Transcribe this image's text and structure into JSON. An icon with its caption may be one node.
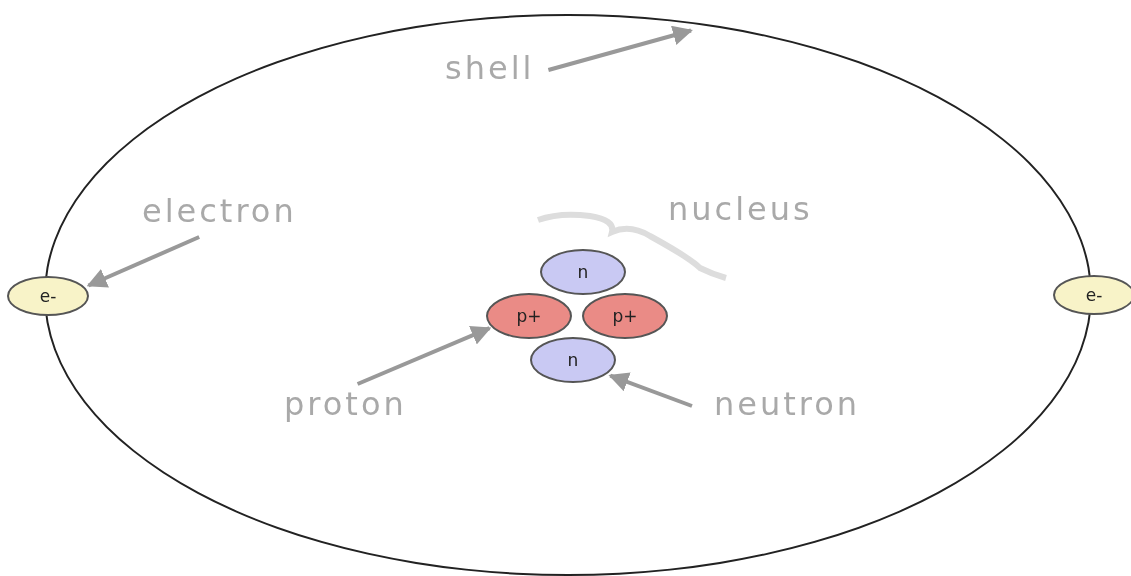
{
  "diagram": {
    "nodes": [
      {
        "text": [],
        "shape": "circle"
      },
      {
        "text": [
          "shell"
        ],
        "in": 0
      },
      {
        "text": [
          "electron"
        ],
        "in": 0
      },
      {
        "text": [
          "e-"
        ]
      },
      {
        "text": [
          "e-"
        ]
      },
      {
        "text": [
          "n"
        ],
        "in": 0
      },
      {
        "text": [
          "p+"
        ],
        "in": 0
      },
      {
        "text": [
          "p+"
        ],
        "in": 0
      },
      {
        "text": [
          "n"
        ],
        "in": 0
      },
      {
        "text": [
          "proton"
        ],
        "in": 0
      },
      {
        "text": [
          "neutron"
        ],
        "in": 0
      }
    ],
    "edges": [
      {
        "from": 1,
        "to": 0,
        "arrow": "to"
      },
      {
        "from": 2,
        "to": 3,
        "arrow": "to"
      },
      {
        "from": 9,
        "to": 6,
        "arrow": "to"
      },
      {
        "from": 10,
        "to": 8,
        "arrow": "to"
      }
    ],
    "labels": [
      "nucleus"
    ]
  }
}
